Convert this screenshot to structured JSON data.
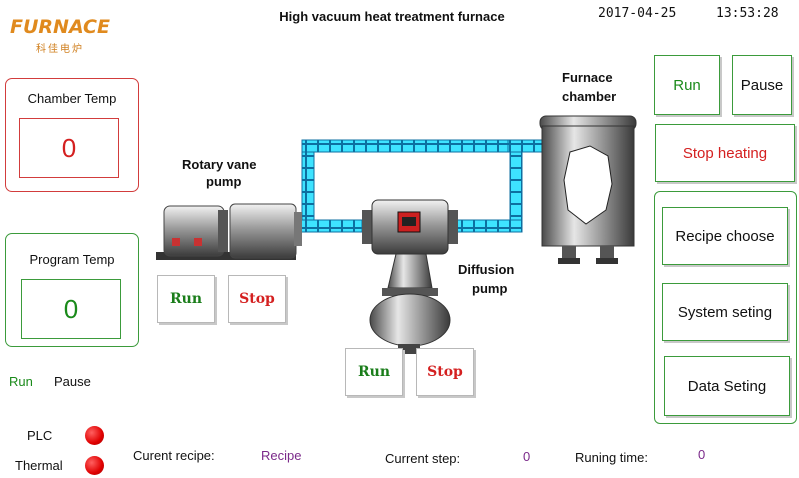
{
  "header": {
    "logo_text": "FURNACE",
    "logo_subtext": "科佳电炉",
    "title": "High vacuum heat treatment furnace",
    "date": "2017-04-25",
    "time": "13:53:28"
  },
  "chamber_temp": {
    "label": "Chamber Temp",
    "value": "0"
  },
  "program_temp": {
    "label": "Program Temp",
    "value": "0"
  },
  "mode_status": {
    "run": "Run",
    "pause": "Pause"
  },
  "indicators": [
    {
      "label": "PLC",
      "color": "#e00000"
    },
    {
      "label": "Thermal",
      "color": "#e00000"
    }
  ],
  "rotary_pump": {
    "label_line1": "Rotary vane",
    "label_line2": "pump",
    "run": "Run",
    "stop": "Stop"
  },
  "diffusion_pump": {
    "label_line1": "Diffusion",
    "label_line2": "pump",
    "run": "Run",
    "stop": "Stop"
  },
  "furnace": {
    "label_line1": "Furnace",
    "label_line2": "chamber"
  },
  "controls": {
    "run": "Run",
    "pause": "Pause",
    "stop_heating": "Stop heating"
  },
  "menu": {
    "recipe_choose": "Recipe choose",
    "system_setting": "System seting",
    "data_setting": "Data Seting"
  },
  "footer": {
    "current_recipe_label": "Curent recipe:",
    "current_recipe_value": "Recipe",
    "current_step_label": "Current step:",
    "current_step_value": "0",
    "running_time_label": "Runing time:",
    "running_time_value": "0"
  },
  "colors": {
    "pipe": "#33e0ff",
    "accent_red": "#d42020",
    "accent_green": "#1a8a1a",
    "recipe_purple": "#7b2a8a"
  }
}
